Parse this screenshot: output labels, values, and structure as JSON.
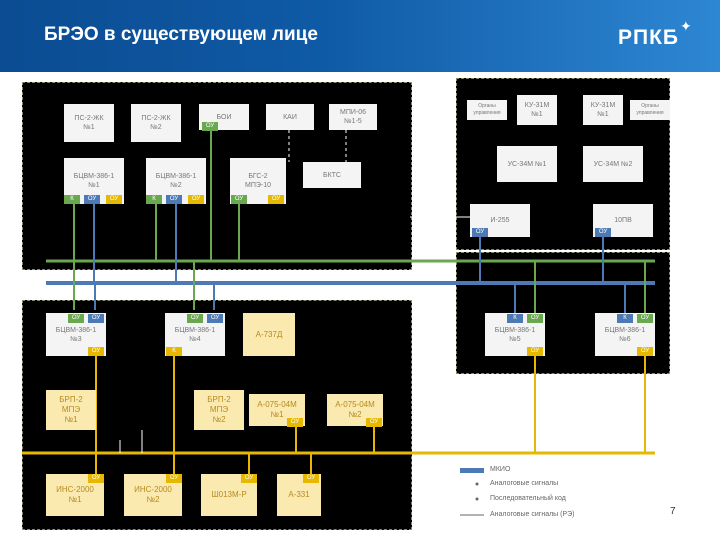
{
  "header": {
    "title": "БРЭО в существующем лице",
    "logo": "РПКБ",
    "logo_mark": "✦"
  },
  "top_left": {
    "ps1": [
      "ПС-2-ЖК",
      "№1"
    ],
    "ps2": [
      "ПС-2-ЖК",
      "№2"
    ],
    "boi": "БОИ",
    "kai": "КАИ",
    "mpi": [
      "МПИ-06",
      "№1-5"
    ],
    "bcvm1": [
      "БЦВМ-386-1",
      "№1"
    ],
    "bcvm2": [
      "БЦВМ-386-1",
      "№2"
    ],
    "bgs": [
      "БГС-2",
      "МПЭ-10"
    ],
    "bkts": "БКТС"
  },
  "top_right": {
    "org1": [
      "Органы",
      "управления"
    ],
    "org2": [
      "Органы",
      "управления"
    ],
    "ku1": [
      "КУ-31М",
      "№1"
    ],
    "ku2": [
      "КУ-31М",
      "№1"
    ],
    "us1": "УС-34М №1",
    "us2": "УС-34М №2",
    "i255": "И-255",
    "pv": "10ПВ"
  },
  "bottom_left": {
    "bcvm3": [
      "БЦВМ-386-1",
      "№3"
    ],
    "bcvm4": [
      "БЦВМ-386-1",
      "№4"
    ],
    "a737": "А-737Д",
    "brp1": [
      "БРП-2",
      "МПЭ",
      "№1"
    ],
    "brp2": [
      "БРП-2",
      "МПЭ",
      "№2"
    ],
    "a075_1": [
      "А-075-04М",
      "№1"
    ],
    "a075_2": [
      "А-075-04М",
      "№2"
    ],
    "ins1": [
      "ИНС-2000",
      "№1"
    ],
    "ins2": [
      "ИНС-2000",
      "№2"
    ],
    "sh013": "Ш013М-Р",
    "a331": "А-331"
  },
  "bottom_right": {
    "bcvm5": [
      "БЦВМ-386-1",
      "№5"
    ],
    "bcvm6": [
      "БЦВМ-386-1",
      "№6"
    ]
  },
  "tags": {
    "k": "К",
    "ou": "ОУ",
    "ok": "ОК"
  },
  "legend": {
    "items": [
      "МКИО",
      "Аналоговые сигналы",
      "Последовательный код",
      "Аналоговые сигналы (РЭ)"
    ]
  },
  "page_number": "7",
  "colors": {
    "bus_blue": "#4d79b5",
    "bus_green": "#6aa84f",
    "bus_yellow": "#e6b800",
    "header": "#0f5aa6"
  }
}
